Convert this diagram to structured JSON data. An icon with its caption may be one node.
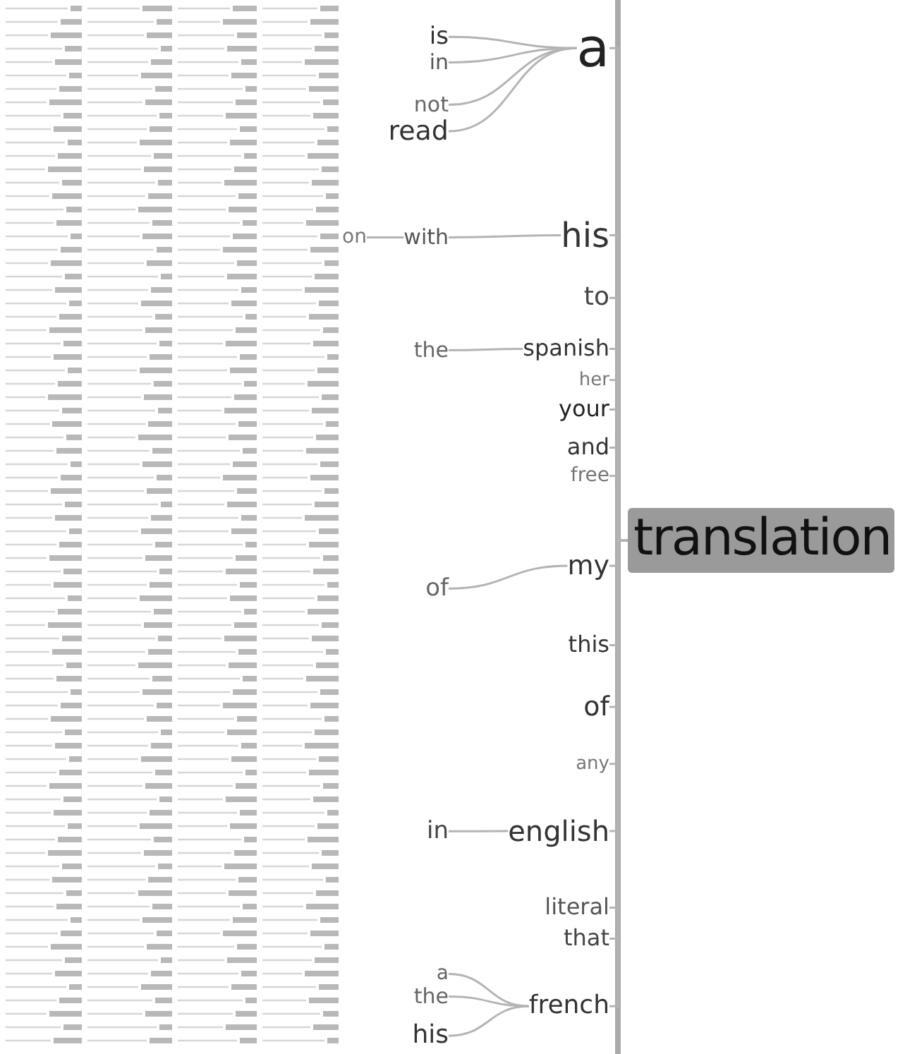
{
  "diagram": {
    "nodes": [
      {
        "text": [
          "is"
        ]
      },
      {
        "text": [
          "in"
        ]
      },
      {
        "text": [
          "a"
        ]
      },
      {
        "text": [
          "not"
        ]
      },
      {
        "text": [
          "read"
        ]
      },
      {
        "text": [
          "on"
        ]
      },
      {
        "text": [
          "with"
        ]
      },
      {
        "text": [
          "his"
        ]
      },
      {
        "text": [
          "to"
        ]
      },
      {
        "text": [
          "the"
        ]
      },
      {
        "text": [
          "spanish"
        ]
      },
      {
        "text": [
          "her"
        ]
      },
      {
        "text": [
          "your"
        ]
      },
      {
        "text": [
          "and"
        ]
      },
      {
        "text": [
          "free"
        ]
      },
      {
        "text": [
          "translation"
        ]
      },
      {
        "text": [
          "of"
        ]
      },
      {
        "text": [
          "my"
        ]
      },
      {
        "text": [
          "this"
        ]
      },
      {
        "text": [
          "of"
        ]
      },
      {
        "text": [
          "any"
        ]
      },
      {
        "text": [
          "in"
        ]
      },
      {
        "text": [
          "english"
        ]
      },
      {
        "text": [
          "literal"
        ]
      },
      {
        "text": [
          "that"
        ]
      },
      {
        "text": [
          "a"
        ]
      },
      {
        "text": [
          "the"
        ]
      },
      {
        "text": [
          "french"
        ]
      },
      {
        "text": [
          "his"
        ]
      }
    ],
    "edges": [
      {
        "from": 15,
        "to": 2,
        "arrow": "none"
      },
      {
        "from": 15,
        "to": 7,
        "arrow": "none"
      },
      {
        "from": 15,
        "to": 8,
        "arrow": "none"
      },
      {
        "from": 15,
        "to": 10,
        "arrow": "none"
      },
      {
        "from": 15,
        "to": 11,
        "arrow": "none"
      },
      {
        "from": 15,
        "to": 12,
        "arrow": "none"
      },
      {
        "from": 15,
        "to": 13,
        "arrow": "none"
      },
      {
        "from": 15,
        "to": 14,
        "arrow": "none"
      },
      {
        "from": 15,
        "to": 17,
        "arrow": "none"
      },
      {
        "from": 15,
        "to": 18,
        "arrow": "none"
      },
      {
        "from": 15,
        "to": 19,
        "arrow": "none"
      },
      {
        "from": 15,
        "to": 20,
        "arrow": "none"
      },
      {
        "from": 15,
        "to": 22,
        "arrow": "none"
      },
      {
        "from": 15,
        "to": 23,
        "arrow": "none"
      },
      {
        "from": 15,
        "to": 24,
        "arrow": "none"
      },
      {
        "from": 15,
        "to": 27,
        "arrow": "none"
      },
      {
        "from": 2,
        "to": 0,
        "arrow": "none"
      },
      {
        "from": 2,
        "to": 1,
        "arrow": "none"
      },
      {
        "from": 2,
        "to": 3,
        "arrow": "none"
      },
      {
        "from": 2,
        "to": 4,
        "arrow": "none"
      },
      {
        "from": 7,
        "to": 6,
        "arrow": "none"
      },
      {
        "from": 6,
        "to": 5,
        "arrow": "none"
      },
      {
        "from": 10,
        "to": 9,
        "arrow": "none"
      },
      {
        "from": 17,
        "to": 16,
        "arrow": "none"
      },
      {
        "from": 22,
        "to": 21,
        "arrow": "none"
      },
      {
        "from": 27,
        "to": 25,
        "arrow": "none"
      },
      {
        "from": 27,
        "to": 26,
        "arrow": "none"
      },
      {
        "from": 27,
        "to": 28,
        "arrow": "none"
      }
    ]
  }
}
